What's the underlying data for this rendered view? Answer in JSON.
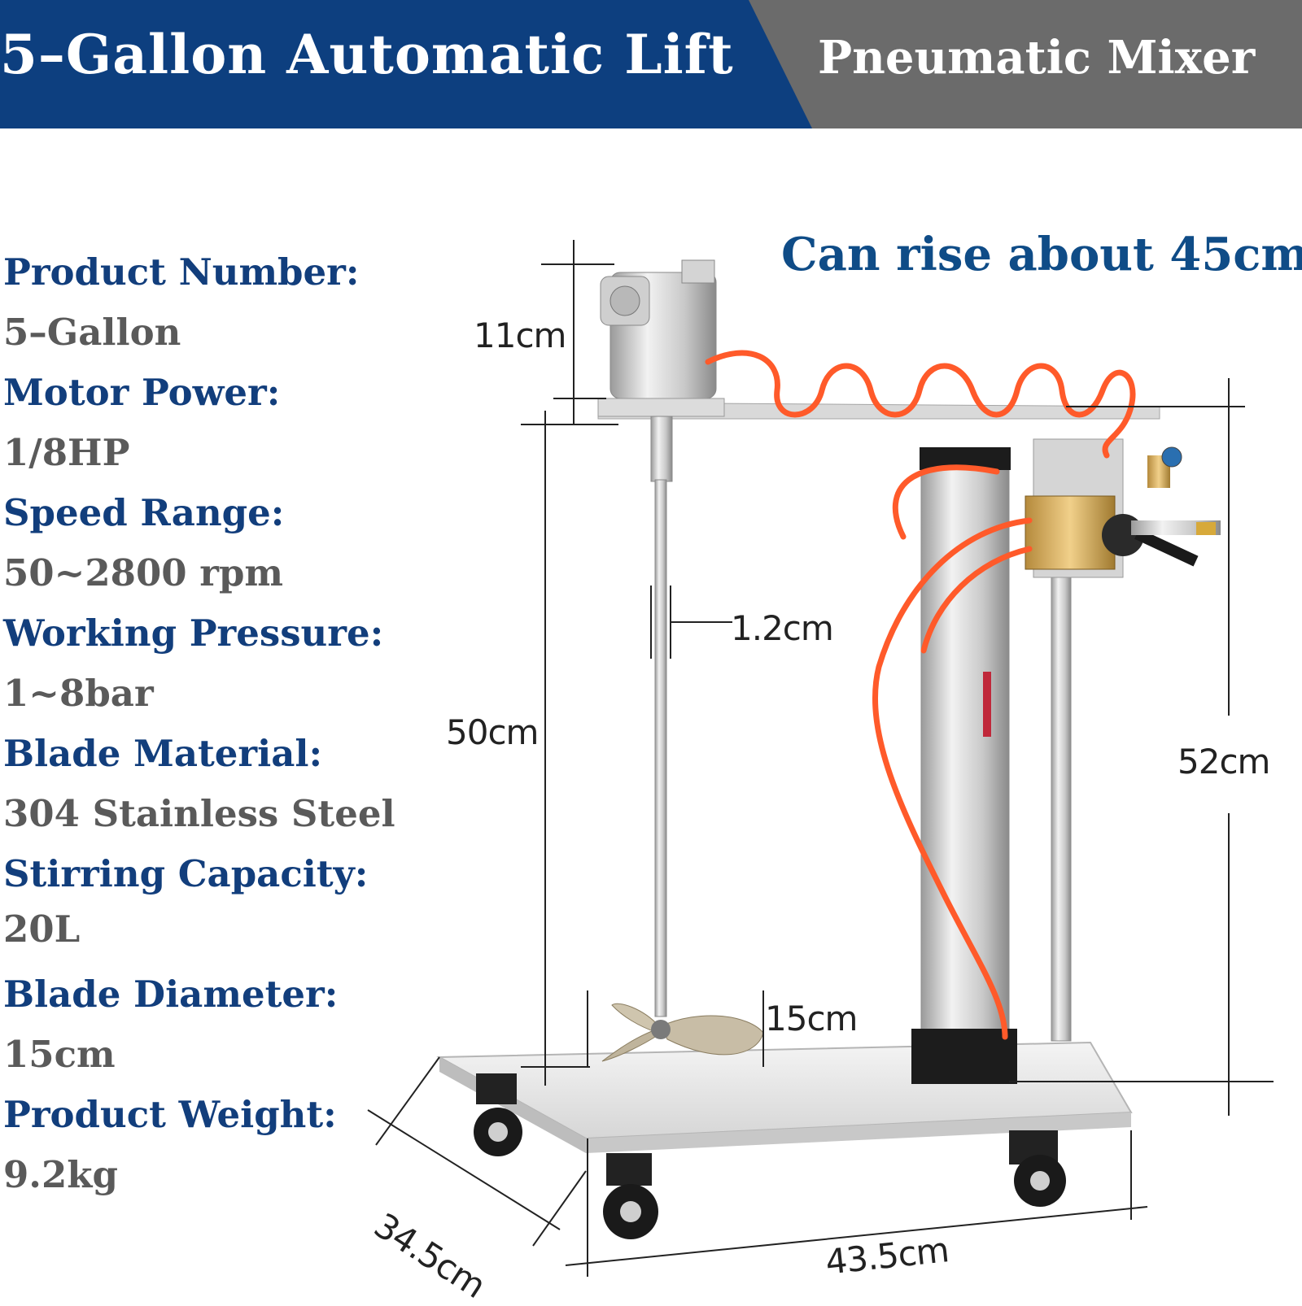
{
  "banner": {
    "left_title": "5–Gallon Automatic Lift",
    "right_title": "Pneumatic Mixer",
    "colors": {
      "left_bg": "#0d3f7f",
      "right_bg": "#6b6b6b"
    }
  },
  "callout": "Can rise about 45cm",
  "specs": [
    {
      "label": "Product Number:",
      "value": "5–Gallon"
    },
    {
      "label": "Motor Power:",
      "value": "1/8HP"
    },
    {
      "label": "Speed Range:",
      "value": "50~2800 rpm"
    },
    {
      "label": "Working Pressure:",
      "value": "1~8bar"
    },
    {
      "label": "Blade Material:",
      "value": "304 Stainless Steel"
    },
    {
      "label": "Stirring Capacity:",
      "value": "20L"
    },
    {
      "label": "Blade Diameter:",
      "value": "15cm"
    },
    {
      "label": "Product Weight:",
      "value": "9.2kg"
    }
  ],
  "dimensions": {
    "motor_height": "11cm",
    "shaft_diameter": "1.2cm",
    "shaft_length": "50cm",
    "column_height": "52cm",
    "blade_diameter": "15cm",
    "base_depth": "34.5cm",
    "base_width": "43.5cm"
  },
  "colors": {
    "label_blue": "#123e7c",
    "value_gray": "#5a5a5a",
    "hose_orange": "#ff5a2a"
  }
}
